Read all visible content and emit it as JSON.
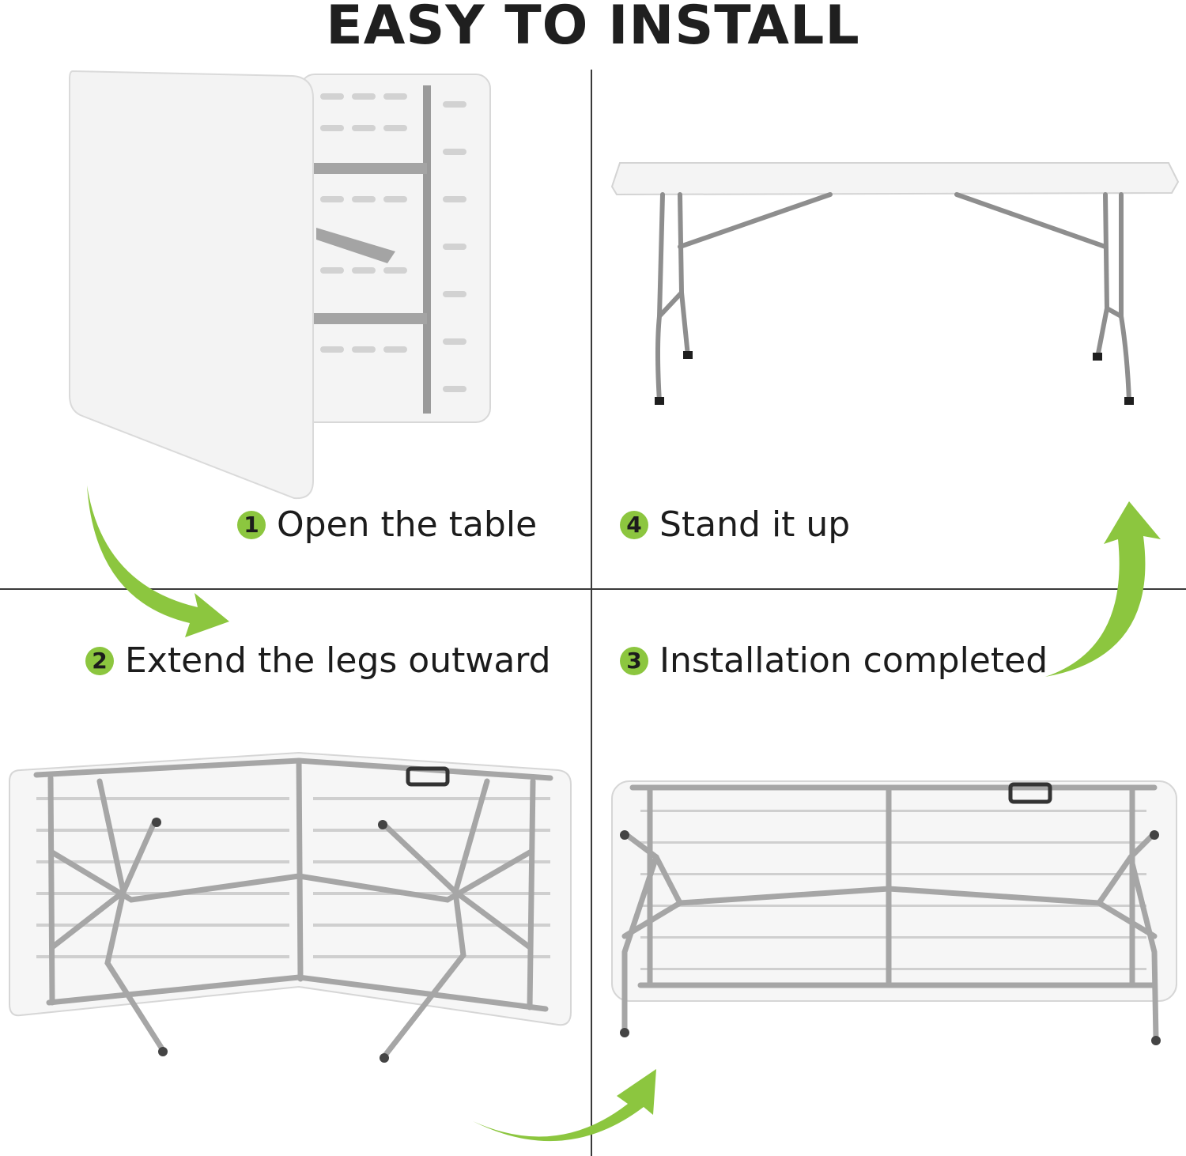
{
  "page": {
    "title": "EASY TO INSTALL"
  },
  "steps": [
    {
      "number": "1",
      "label": "Open the table"
    },
    {
      "number": "2",
      "label": "Extend the legs outward"
    },
    {
      "number": "3",
      "label": "Installation completed"
    },
    {
      "number": "4",
      "label": "Stand it up"
    }
  ],
  "colors": {
    "accent_green": "#8cc63f",
    "table_white": "#f2f2f2",
    "frame_gray": "#9a9a9a",
    "text": "#1c1c1c"
  },
  "icons": {
    "arrow": "curved-arrow-icon"
  }
}
